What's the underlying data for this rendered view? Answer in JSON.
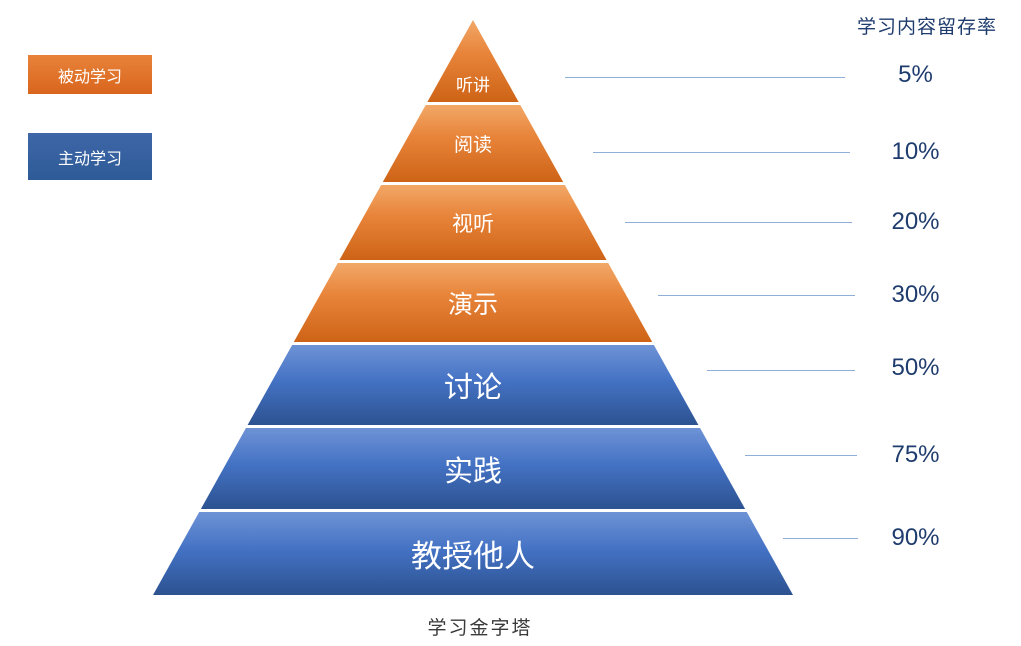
{
  "title_right": "学习内容留存率",
  "caption": "学习金字塔",
  "legend": {
    "passive": {
      "label": "被动学习",
      "color": "#D9651D"
    },
    "active": {
      "label": "主动学习",
      "color": "#2E5B97"
    }
  },
  "colors": {
    "passive_gradient_top": "#F2A868",
    "passive_gradient_bottom": "#CE6316",
    "active_gradient_top": "#6E93D6",
    "active_gradient_bottom": "#2C5290",
    "leader_line": "#90AFD7",
    "percent_text": "#1F3C6E"
  },
  "levels": [
    {
      "label": "听讲",
      "retention": "5%",
      "group": "passive"
    },
    {
      "label": "阅读",
      "retention": "10%",
      "group": "passive"
    },
    {
      "label": "视听",
      "retention": "20%",
      "group": "passive"
    },
    {
      "label": "演示",
      "retention": "30%",
      "group": "passive"
    },
    {
      "label": "讨论",
      "retention": "50%",
      "group": "active"
    },
    {
      "label": "实践",
      "retention": "75%",
      "group": "active"
    },
    {
      "label": "教授他人",
      "retention": "90%",
      "group": "active"
    }
  ]
}
